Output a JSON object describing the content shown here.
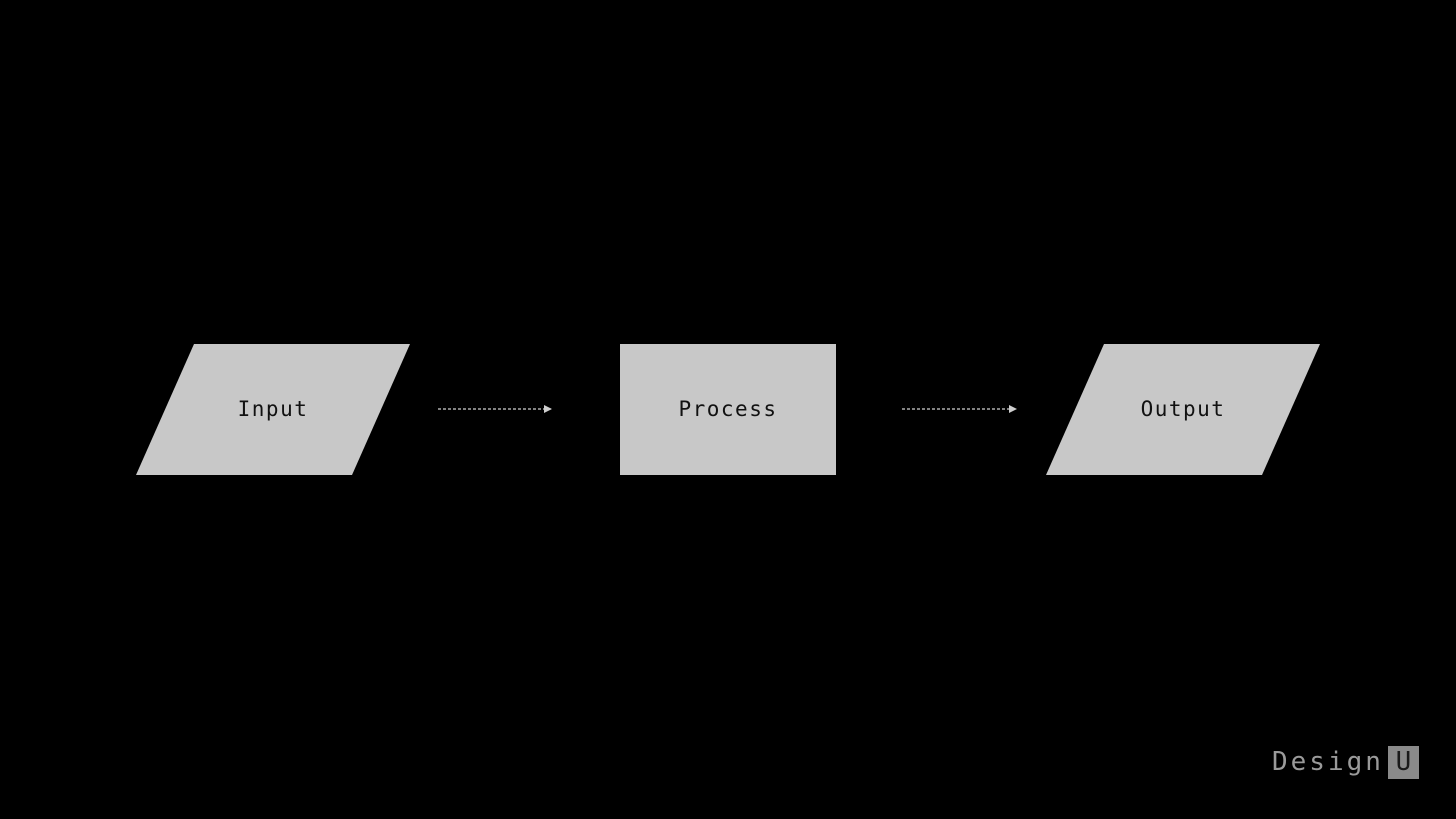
{
  "diagram": {
    "nodes": [
      {
        "id": "input",
        "label": "Input",
        "shape": "parallelogram"
      },
      {
        "id": "process",
        "label": "Process",
        "shape": "rectangle"
      },
      {
        "id": "output",
        "label": "Output",
        "shape": "parallelogram"
      }
    ],
    "edges": [
      {
        "from": "input",
        "to": "process",
        "style": "dotted"
      },
      {
        "from": "process",
        "to": "output",
        "style": "dotted"
      }
    ],
    "colors": {
      "background": "#000000",
      "node_fill": "#c8c8c8",
      "node_text": "#111111",
      "edge": "#cfcfcf"
    }
  },
  "logo": {
    "word": "Design",
    "box_letter": "U"
  }
}
